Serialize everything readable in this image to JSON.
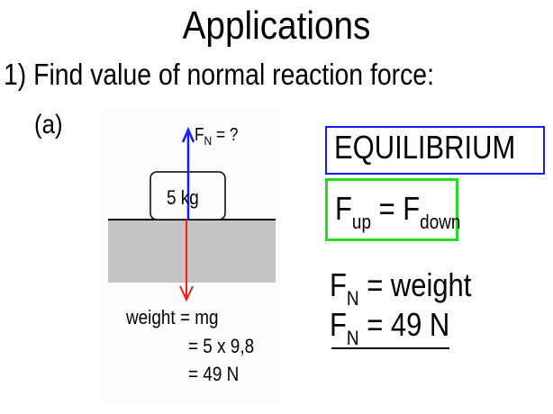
{
  "slide": {
    "title": "Applications",
    "question": "1)  Find value of normal reaction force:",
    "part_label": "(a)"
  },
  "diagram": {
    "normal_force_label": "F",
    "normal_force_sub": "N",
    "normal_force_suffix": " = ?",
    "mass_label": "5 kg",
    "weight_line1": "weight = mg",
    "weight_line2": "= 5 x 9,8",
    "weight_line3": "= 49 N",
    "colors": {
      "normal_arrow": "#1a1aff",
      "weight_arrow": "#ff1a1a",
      "ground": "#c4c4c4",
      "surface_line": "#000000"
    }
  },
  "equilibrium": {
    "heading": "EQUILIBRIUM",
    "heading_border_color": "#1a1aff",
    "formula": {
      "lhs": "F",
      "lhs_sub": "up",
      "eq": " = ",
      "rhs": "F",
      "rhs_sub": "down"
    },
    "formula_border_color": "#22dd22"
  },
  "result": {
    "line1_main": "F",
    "line1_sub": "N",
    "line1_rest": " = weight",
    "line2_main": "F",
    "line2_sub": "N",
    "line2_rest": " = 49 N"
  }
}
